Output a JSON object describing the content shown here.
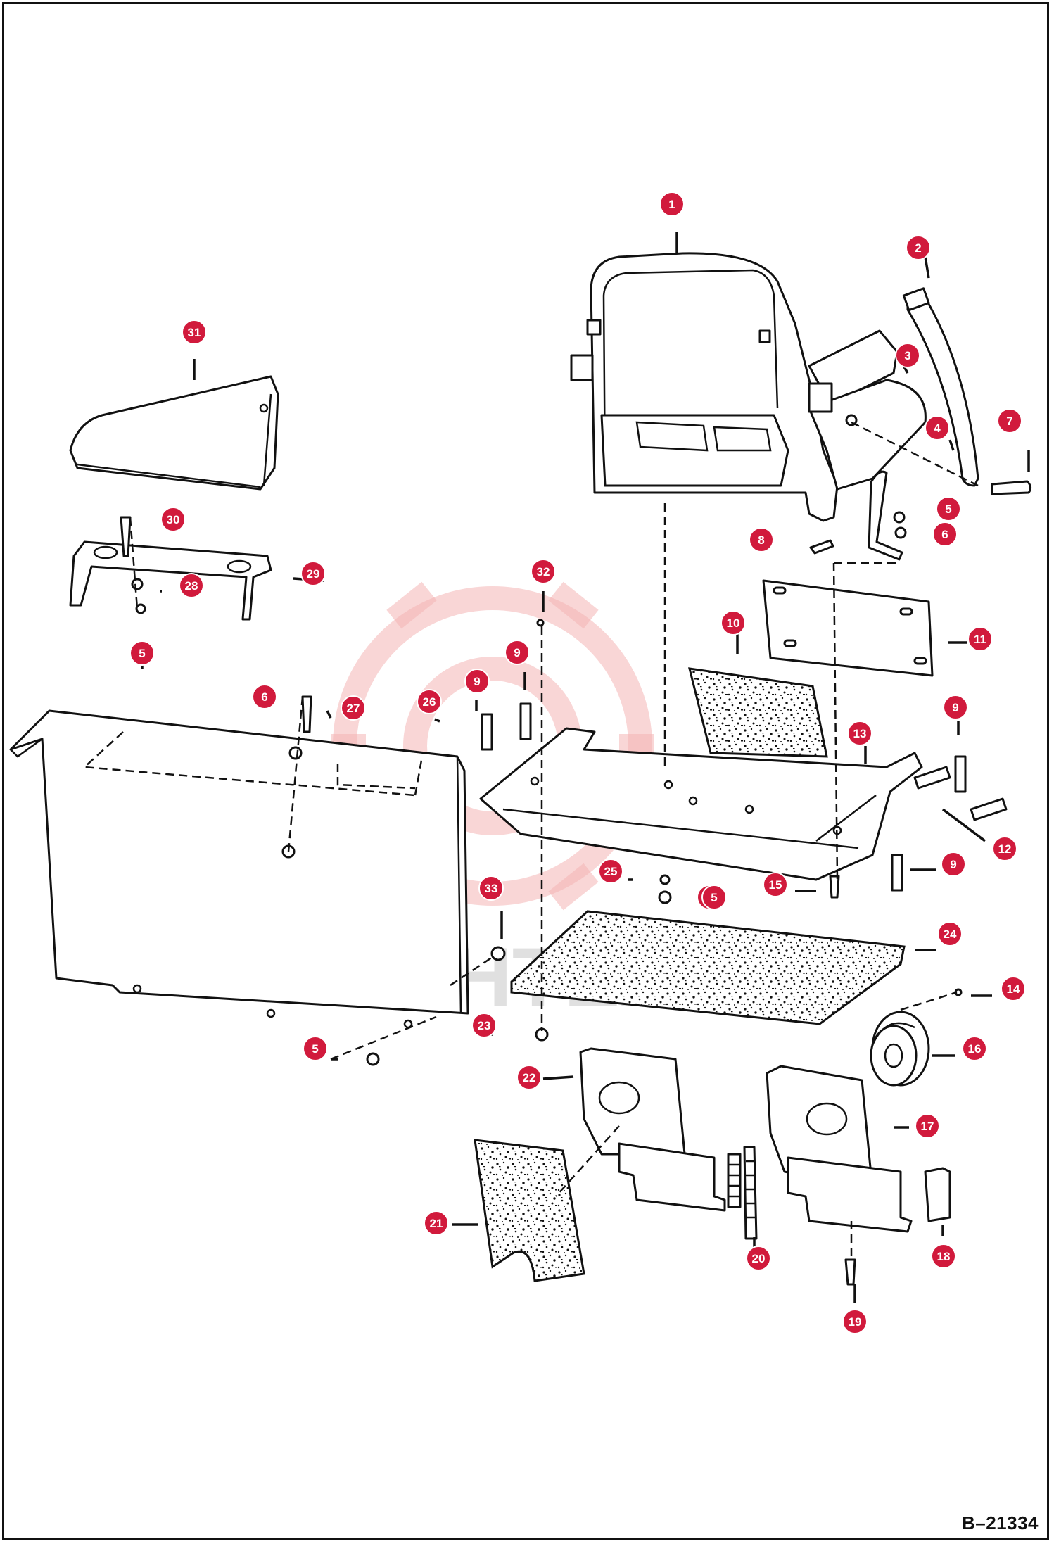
{
  "drawing_number": "B–21334",
  "watermark_text": "ИНТЕХ",
  "callout_color": "#d11a3c",
  "callouts": [
    {
      "label": "1"
    },
    {
      "label": "2"
    },
    {
      "label": "3"
    },
    {
      "label": "4"
    },
    {
      "label": "7"
    },
    {
      "label": "5"
    },
    {
      "label": "6"
    },
    {
      "label": "8"
    },
    {
      "label": "31"
    },
    {
      "label": "30"
    },
    {
      "label": "29"
    },
    {
      "label": "28"
    },
    {
      "label": "5"
    },
    {
      "label": "32"
    },
    {
      "label": "10"
    },
    {
      "label": "11"
    },
    {
      "label": "9"
    },
    {
      "label": "9"
    },
    {
      "label": "6"
    },
    {
      "label": "27"
    },
    {
      "label": "26"
    },
    {
      "label": "13"
    },
    {
      "label": "9"
    },
    {
      "label": "5"
    },
    {
      "label": "12"
    },
    {
      "label": "9"
    },
    {
      "label": "25"
    },
    {
      "label": "5"
    },
    {
      "label": "15"
    },
    {
      "label": "33"
    },
    {
      "label": "24"
    },
    {
      "label": "14"
    },
    {
      "label": "23"
    },
    {
      "label": "5"
    },
    {
      "label": "16"
    },
    {
      "label": "22"
    },
    {
      "label": "17"
    },
    {
      "label": "21"
    },
    {
      "label": "20"
    },
    {
      "label": "18"
    },
    {
      "label": "19"
    }
  ]
}
